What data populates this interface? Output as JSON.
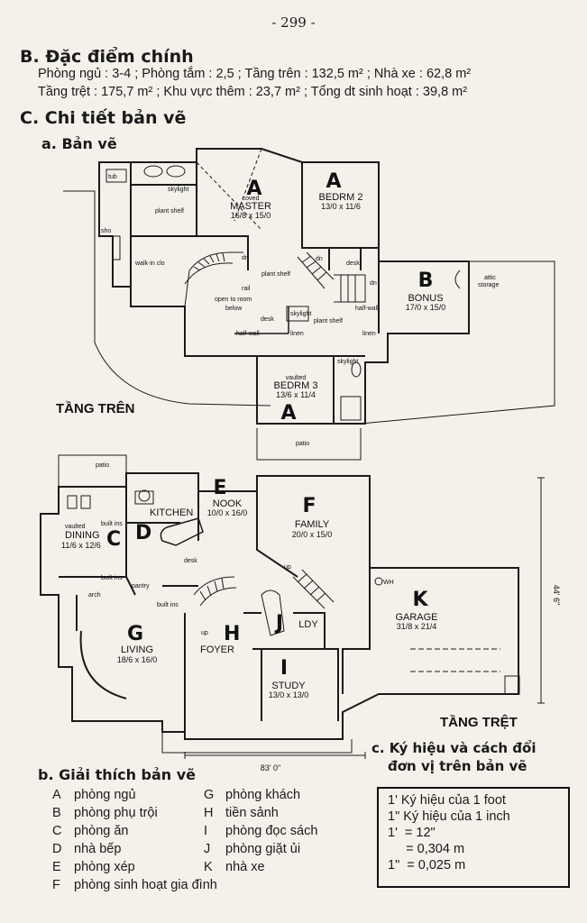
{
  "page_number": "- 299 -",
  "section_b": {
    "heading": "B. Đặc điểm chính",
    "line1": "Phòng ngủ : 3-4 ; Phòng tắm : 2,5 ; Tầng trên : 132,5 m² ; Nhà xe : 62,8 m²",
    "line2": "Tầng trệt : 175,7 m² ; Khu vực thêm : 23,7 m² ; Tổng dt sinh hoạt : 39,8 m²"
  },
  "section_c": {
    "heading": "C. Chi tiết bản vẽ",
    "sub_a": "a. Bản vẽ"
  },
  "upper_floor": {
    "title": "TẦNG TRÊN",
    "rooms": [
      {
        "letter": "A",
        "name": "MASTER",
        "prefix": "coved",
        "size": "16/8 x 15/0"
      },
      {
        "letter": "A",
        "name": "BEDRM 2",
        "size": "13/0 x 11/6"
      },
      {
        "letter": "B",
        "name": "BONUS",
        "size": "17/0 x 15/0"
      },
      {
        "letter": "A",
        "name": "BEDRM 3",
        "prefix": "vaulted",
        "size": "13/6 x 11/4"
      }
    ],
    "labels": {
      "tub": "tub",
      "skylight": "skylight",
      "plant_shelf": "plant shelf",
      "sho": "sho",
      "walkin": "walk-in clo",
      "dn": "dn",
      "rail": "rail",
      "open": "open to room",
      "below": "below",
      "desk": "desk",
      "half_wall": "half-wall",
      "linen": "linen",
      "attic": "attic",
      "storage": "storage"
    }
  },
  "ground_floor": {
    "title": "TẦNG TRỆT",
    "rooms": [
      {
        "letter": "C",
        "name": "DINING",
        "prefix": "vaulted",
        "size": "11/6 x 12/6"
      },
      {
        "letter": "D",
        "name": "KITCHEN"
      },
      {
        "letter": "E",
        "name": "NOOK",
        "size": "10/0 x 16/0"
      },
      {
        "letter": "F",
        "name": "FAMILY",
        "size": "20/0 x 15/0"
      },
      {
        "letter": "G",
        "name": "LIVING",
        "size": "18/6 x 16/0"
      },
      {
        "letter": "H",
        "name": "FOYER"
      },
      {
        "letter": "I",
        "name": "STUDY",
        "size": "13/0 x 13/0"
      },
      {
        "letter": "J",
        "name": "LDY"
      },
      {
        "letter": "K",
        "name": "GARAGE",
        "size": "31/8 x 21/4"
      }
    ],
    "labels": {
      "patio": "patio",
      "builtins": "built ins",
      "pantry": "pantry",
      "arch": "arch",
      "desk": "desk",
      "up": "up",
      "wh": "WH"
    },
    "width_dim": "83' 0\"",
    "depth_dim": "44' 6\""
  },
  "legend": {
    "heading": "b. Giải thích bản vẽ",
    "items": [
      {
        "key": "A",
        "text": "phòng ngủ"
      },
      {
        "key": "B",
        "text": "phòng phụ trội"
      },
      {
        "key": "C",
        "text": "phòng ăn"
      },
      {
        "key": "D",
        "text": "nhà bếp"
      },
      {
        "key": "E",
        "text": "phòng xép"
      },
      {
        "key": "F",
        "text": "phòng sinh hoạt gia đình"
      },
      {
        "key": "G",
        "text": "phòng khách"
      },
      {
        "key": "H",
        "text": "tiền sảnh"
      },
      {
        "key": "I",
        "text": "phòng đọc sách"
      },
      {
        "key": "J",
        "text": "phòng giặt ủi"
      },
      {
        "key": "K",
        "text": "nhà xe"
      }
    ]
  },
  "symbols": {
    "heading_line1": "c. Ký hiệu và cách đổi",
    "heading_line2": "đơn vị trên bản vẽ",
    "lines": [
      "1' Ký hiệu của 1 foot",
      "1\" Ký hiệu của 1 inch",
      "1'  = 12\"",
      "     = 0,304 m",
      "1\"  = 0,025 m"
    ]
  }
}
